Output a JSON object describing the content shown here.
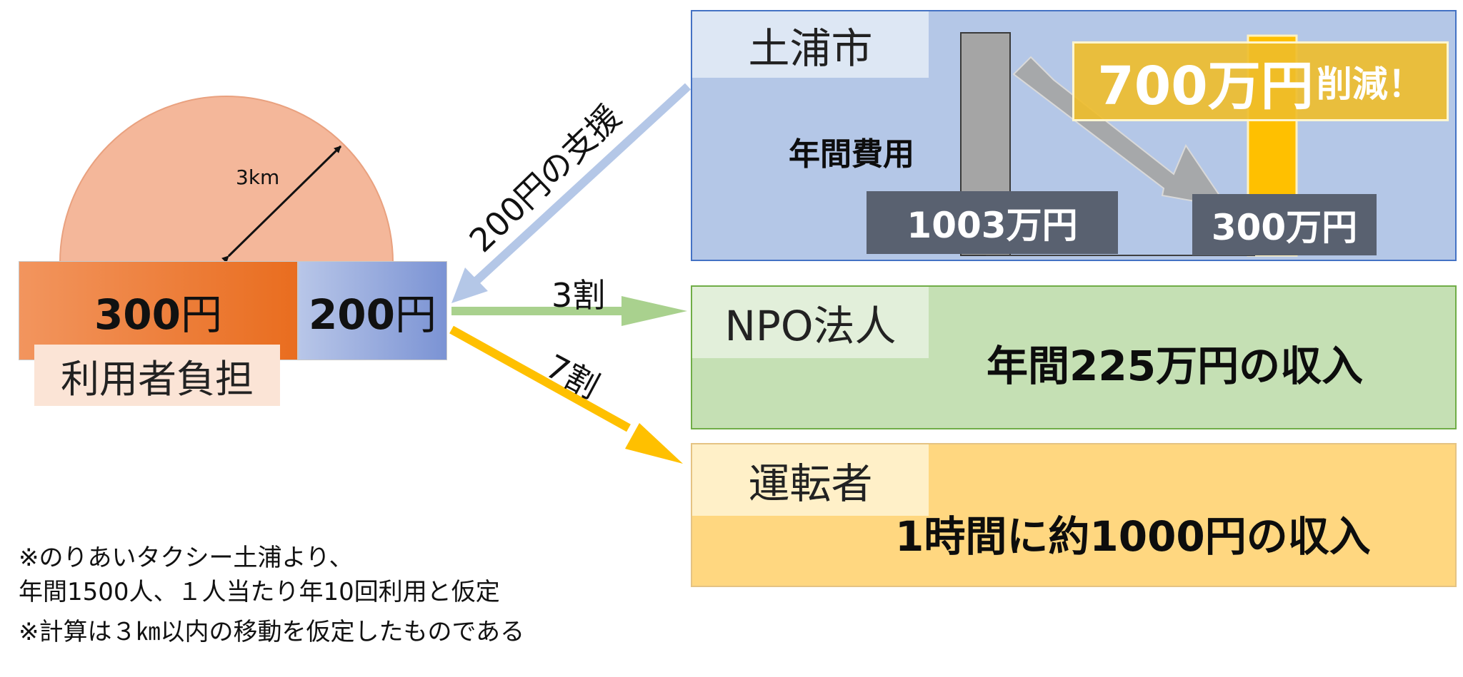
{
  "left": {
    "radius_label": "3km",
    "user_amount": {
      "num": "300",
      "unit": "円"
    },
    "support_amount": {
      "num": "200",
      "unit": "円"
    },
    "user_label": "利用者負担"
  },
  "flows": {
    "support_label": "200円の支援",
    "npo_ratio": "3割",
    "driver_ratio": "7割"
  },
  "city": {
    "name": "土浦市",
    "annual_label": "年間費用",
    "before_value": "1003万円",
    "after_value": "300万円",
    "reduction": {
      "amount": "700万円",
      "suffix": "削減！"
    }
  },
  "npo": {
    "name": "NPO法人",
    "income": "年間225万円の収入"
  },
  "driver": {
    "name": "運転者",
    "income": "1時間に約1000円の収入"
  },
  "notes": {
    "line1": "※のりあいタクシー土浦より、",
    "line2": "年間1500人、１人当たり年10回利用と仮定",
    "line3": "※計算は３㎞以内の移動を仮定したものである"
  },
  "colors": {
    "user_orange": "#e96d1f",
    "support_blue": "#7b93d4",
    "city_blue": "#b4c7e7",
    "npo_green": "#c5e0b4",
    "driver_yellow": "#ffd780",
    "reduce_gold": "#eebc2a"
  }
}
